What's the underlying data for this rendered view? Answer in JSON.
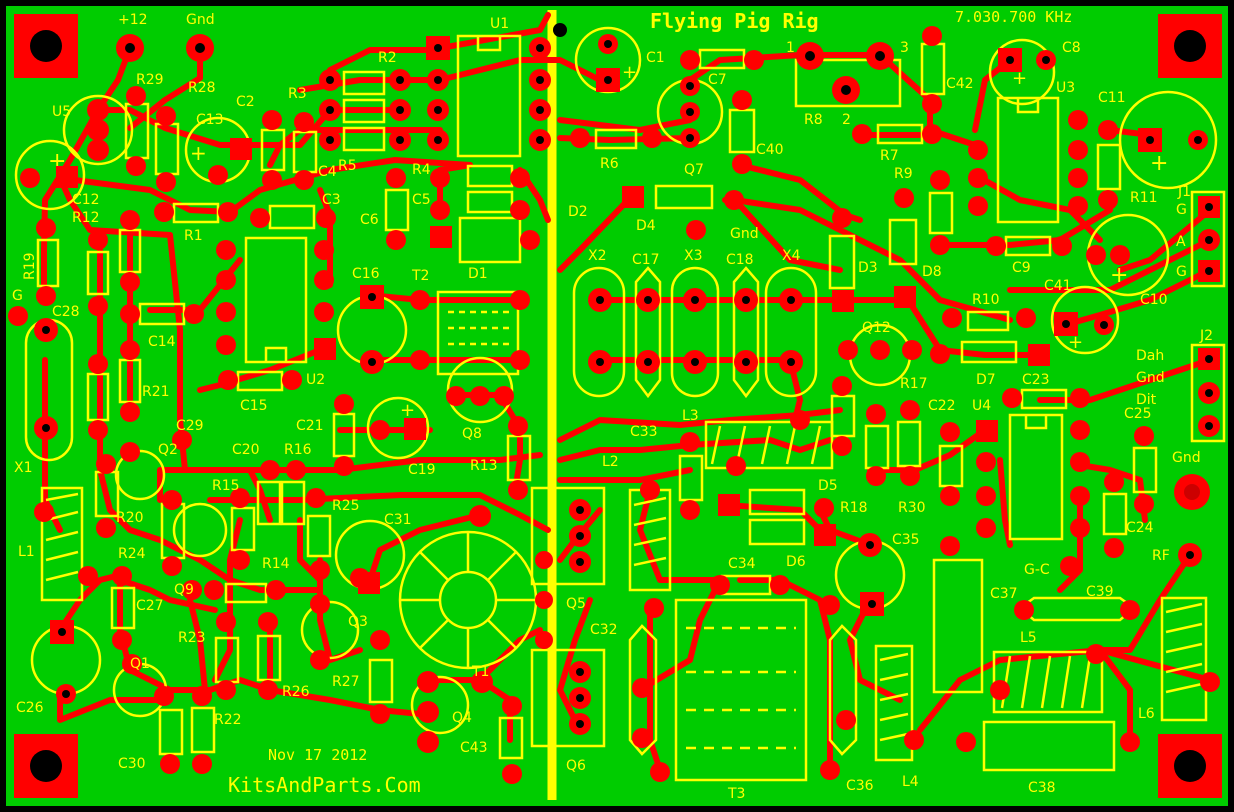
{
  "board": {
    "title": "Flying Pig Rig",
    "frequency": "7.030.700 KHz",
    "date": "Nov 17 2012",
    "website": "KitsAndParts.Com",
    "colors": {
      "copper": "#00cc00",
      "trace": "#ff0000",
      "silk": "#ffff00",
      "edge": "#000000"
    }
  },
  "labels": {
    "power": [
      "+12",
      "Gnd"
    ],
    "jumper": [
      "G",
      "A",
      "G",
      "Dah",
      "Gnd",
      "Dit",
      "Gnd",
      "RF",
      "G-C",
      "Gnd",
      "G"
    ],
    "pot": [
      "1",
      "3",
      "2"
    ],
    "connectors": [
      "J1",
      "J2"
    ],
    "components": [
      "R29",
      "R28",
      "U5",
      "C13",
      "C2",
      "R3",
      "R2",
      "U1",
      "C1",
      "C7",
      "R8",
      "C42",
      "C8",
      "U3",
      "C11",
      "C12",
      "R12",
      "R19",
      "R1",
      "C4",
      "R5",
      "R4",
      "C5",
      "C6",
      "C3",
      "D2",
      "R6",
      "Q7",
      "C40",
      "R7",
      "R9",
      "R11",
      "C14",
      "C28",
      "C16",
      "T2",
      "D1",
      "D4",
      "D3",
      "D8",
      "C9",
      "C10",
      "X2",
      "C17",
      "X3",
      "C18",
      "X4",
      "U2",
      "C15",
      "Q12",
      "R10",
      "C41",
      "R17",
      "D7",
      "C23",
      "C21",
      "R21",
      "C29",
      "Q2",
      "C19",
      "Q8",
      "R13",
      "L3",
      "C22",
      "U4",
      "C25",
      "C33",
      "C20",
      "R16",
      "R15",
      "L2",
      "D5",
      "R18",
      "R30",
      "X1",
      "R20",
      "R25",
      "C31",
      "R24",
      "Q5",
      "C24",
      "L1",
      "R14",
      "D6",
      "C35",
      "C27",
      "Q9",
      "C34",
      "C37",
      "C39",
      "Q3",
      "T1",
      "C32",
      "R23",
      "L5",
      "R27",
      "Q1",
      "R26",
      "Q4",
      "C26",
      "R22",
      "L6",
      "C43",
      "C30",
      "Q6",
      "T3",
      "C36",
      "L4",
      "C38"
    ]
  }
}
